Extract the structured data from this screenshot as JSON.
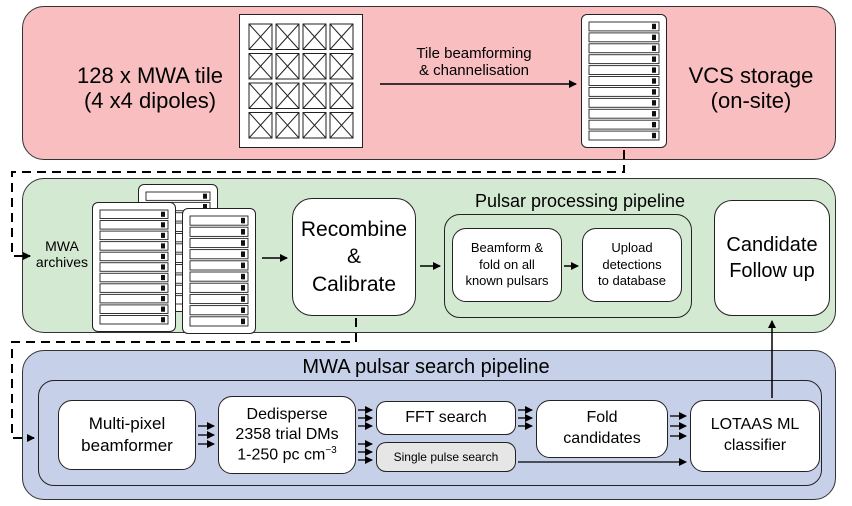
{
  "top": {
    "tile_label_line1": "128 x MWA tile",
    "tile_label_line2": "(4 x4 dipoles)",
    "arrow_label_line1": "Tile beamforming",
    "arrow_label_line2": "& channelisation",
    "storage_label_line1": "VCS storage",
    "storage_label_line2": "(on-site)"
  },
  "middle": {
    "archives_line1": "MWA",
    "archives_line2": "archives",
    "recombine_line1": "Recombine",
    "recombine_line2": "&",
    "recombine_line3": "Calibrate",
    "pipeline_title": "Pulsar processing pipeline",
    "beamform_line1": "Beamform &",
    "beamform_line2": "fold on all",
    "beamform_line3": "known pulsars",
    "upload_line1": "Upload",
    "upload_line2": "detections",
    "upload_line3": "to database",
    "followup_line1": "Candidate",
    "followup_line2": "Follow up"
  },
  "bottom": {
    "title": "MWA pulsar search pipeline",
    "multipixel_line1": "Multi-pixel",
    "multipixel_line2": "beamformer",
    "dedisperse_line1": "Dedisperse",
    "dedisperse_line2": "2358 trial DMs",
    "dedisperse_line3": "1-250 pc cm",
    "dedisperse_exp": "−3",
    "fft": "FFT search",
    "single_pulse": "Single pulse search",
    "fold_line1": "Fold",
    "fold_line2": "candidates",
    "lotaas_line1": "LOTAAS ML",
    "lotaas_line2": "classifier"
  },
  "colors": {
    "top_panel": "#f9bfc0",
    "middle_panel": "#d4e9d1",
    "bottom_panel": "#c6d0e8",
    "single_pulse_box": "#e6e6e6"
  }
}
